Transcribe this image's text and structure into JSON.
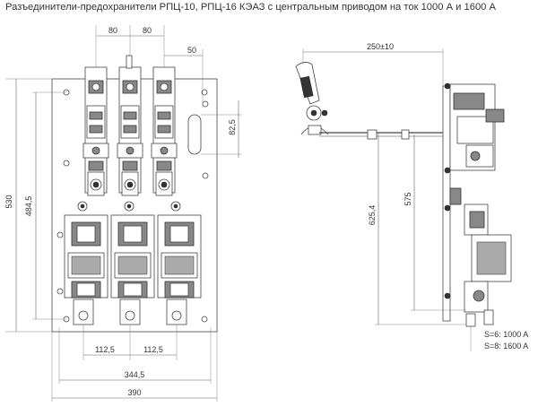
{
  "title": "Разъединители-предохранители РПЦ-10, РПЦ-16 КЭАЗ с центральным приводом на ток 1000  А и 1600 А",
  "dims": {
    "top_pitch_1": "80",
    "top_pitch_2": "80",
    "top_offset": "50",
    "slot": "82,5",
    "height_total": "530",
    "height_inner": "484,5",
    "pitch_bottom_1": "112,5",
    "pitch_bottom_2": "112,5",
    "width_inner": "344,5",
    "width_total": "390",
    "handle_reach": "250±10",
    "side_height_1": "625,4",
    "side_height_2": "575"
  },
  "notes": [
    "S=6: 1000 A",
    "S=8: 1600 A"
  ]
}
